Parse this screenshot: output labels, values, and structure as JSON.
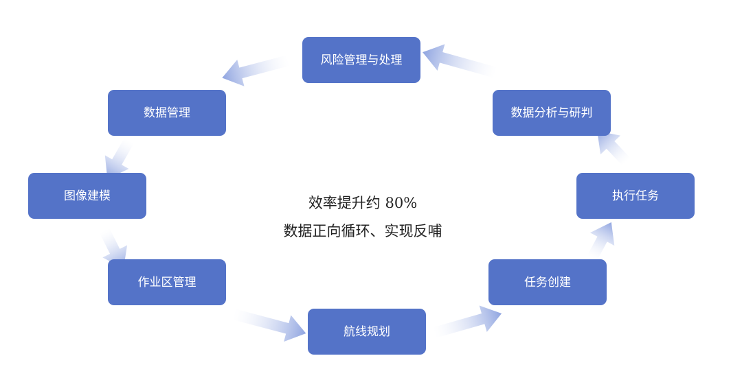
{
  "colors": {
    "node_fill": "#5473c8",
    "node_text": "#ffffff",
    "arrow_head": "#8fa4e0",
    "arrow_tail": "#ffffff",
    "center_text": "#222222"
  },
  "nodes": [
    {
      "id": "risk",
      "label": "风险管理与处理"
    },
    {
      "id": "analysis",
      "label": "数据分析与研判"
    },
    {
      "id": "execute",
      "label": "执行任务"
    },
    {
      "id": "create",
      "label": "任务创建"
    },
    {
      "id": "route",
      "label": "航线规划"
    },
    {
      "id": "workzone",
      "label": "作业区管理"
    },
    {
      "id": "model",
      "label": "图像建模"
    },
    {
      "id": "data",
      "label": "数据管理"
    }
  ],
  "flow": [
    [
      "risk",
      "data"
    ],
    [
      "data",
      "model"
    ],
    [
      "model",
      "workzone"
    ],
    [
      "workzone",
      "route"
    ],
    [
      "route",
      "create"
    ],
    [
      "create",
      "execute"
    ],
    [
      "execute",
      "analysis"
    ],
    [
      "analysis",
      "risk"
    ]
  ],
  "center": {
    "line1": "效率提升约 80%",
    "line2": "数据正向循环、实现反哺"
  }
}
